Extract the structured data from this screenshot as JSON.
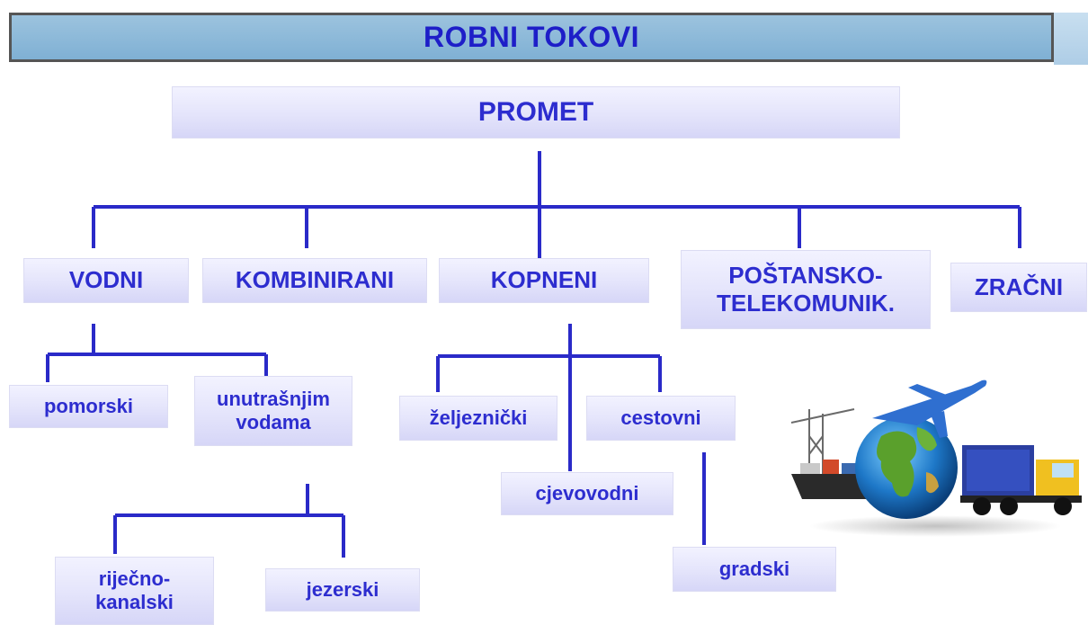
{
  "title": "ROBNI TOKOVI",
  "root": "PROMET",
  "categories": {
    "vodni": "VODNI",
    "kombinirani": "KOMBINIRANI",
    "kopneni": "KOPNENI",
    "postansko": "POŠTANSKO-\nTELEKOMUNIK.",
    "zracni": "ZRAČNI"
  },
  "vodni_children": {
    "pomorski": "pomorski",
    "unutrasnjim": "unutrašnjim\nvodama"
  },
  "unutrasnjim_children": {
    "rijecno": "riječno-\nkanalski",
    "jezerski": "jezerski"
  },
  "kopneni_children": {
    "zeljeznicki": "željeznički",
    "cestovni": "cestovni",
    "cjevovodni": "cjevovodni"
  },
  "cestovni_children": {
    "gradski": "gradski"
  },
  "colors": {
    "text": "#2d2dcf",
    "lines": "#2a2ac8",
    "banner": "#8ab8d9"
  }
}
